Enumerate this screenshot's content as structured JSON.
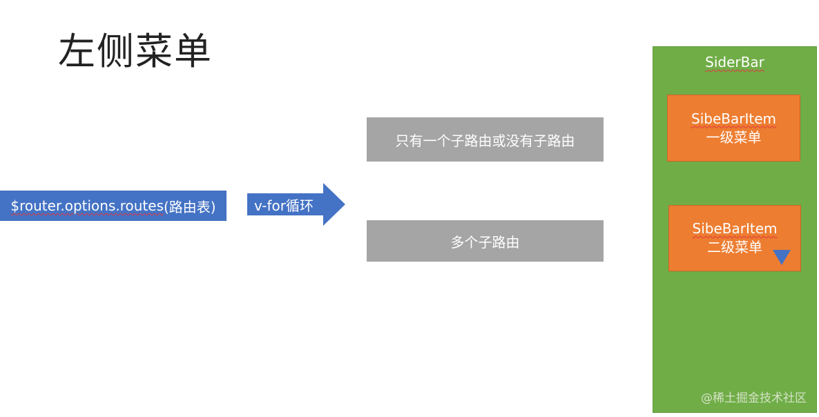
{
  "title": "左侧菜单",
  "routes_box": {
    "label_squiggle": "$router.options.routes",
    "label_rest": "(路由表)"
  },
  "arrow": {
    "label": "v-for循环"
  },
  "branches": {
    "single": "只有一个子路由或没有子路由",
    "multiple": "多个子路由"
  },
  "sidebar": {
    "title": "SiderBar",
    "items": [
      {
        "component": "SibeBarItem",
        "label": "一级菜单"
      },
      {
        "component": "SibeBarItem",
        "label": "二级菜单"
      }
    ],
    "watermark": "@稀土掘金技术社区"
  },
  "colors": {
    "blue": "#4472c4",
    "gray": "#a5a5a5",
    "green": "#70ad47",
    "orange": "#ed7d31"
  }
}
